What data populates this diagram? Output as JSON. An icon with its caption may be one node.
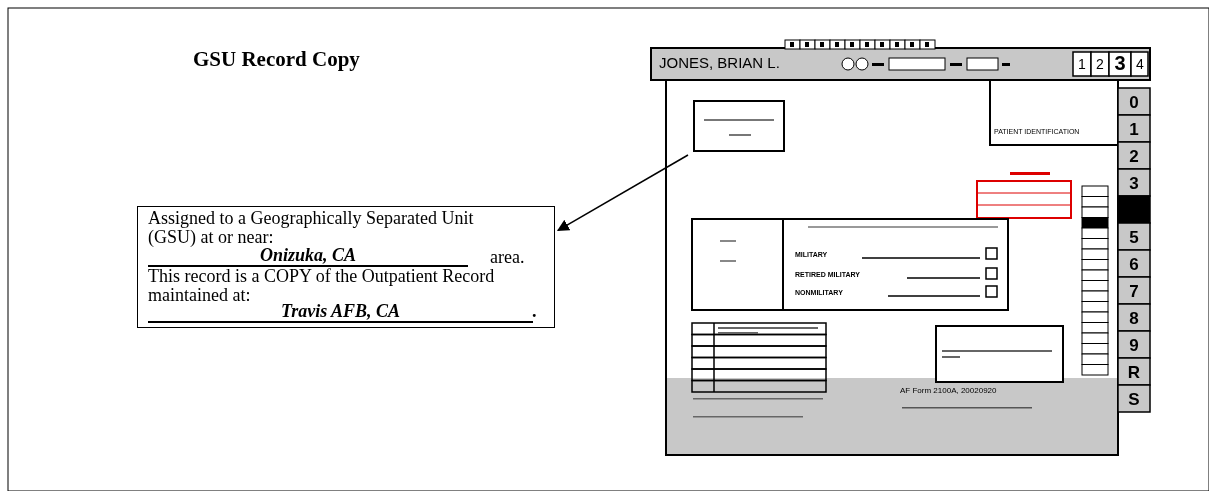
{
  "diagram": {
    "title": "GSU Record Copy",
    "nodes": [
      {
        "text": [
          "Assigned to a Geographically Separated Unit (GSU) at or near:",
          "Onizuka, CA",
          "area.",
          "This record is a COPY of the Outpatient Record maintained at:",
          "Travis AFB, CA",
          "."
        ]
      },
      {
        "text": [
          "JONES, BRIAN L."
        ]
      },
      {
        "text": [],
        "shape": "box",
        "in": 1
      }
    ],
    "edges": [
      {
        "from": 2,
        "to": 0,
        "arrow": "to"
      }
    ],
    "labels": [
      "1",
      "2",
      "3",
      "4",
      "PATIENT IDENTIFICATION",
      "0",
      "1",
      "2",
      "3",
      "5",
      "6",
      "7",
      "8",
      "9",
      "R",
      "S",
      "MILITARY",
      "RETIRED MILITARY",
      "NONMILITARY",
      "AF Form 2100A, 20020920"
    ]
  }
}
